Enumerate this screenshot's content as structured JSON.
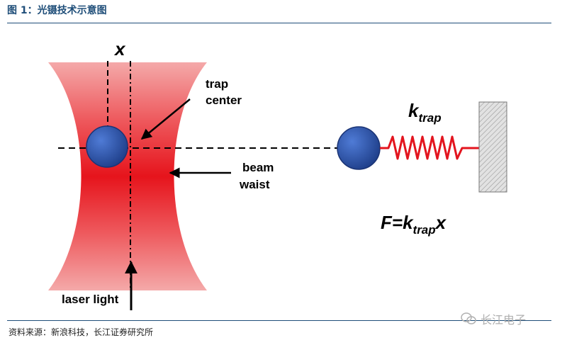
{
  "header": {
    "title": "图 1：光镊技术示意图"
  },
  "diagram": {
    "x_label": "x",
    "trap_center": [
      "trap",
      "center"
    ],
    "beam_waist": [
      "beam",
      "waist"
    ],
    "laser_light": "laser light",
    "k_main": "k",
    "k_sub": "trap",
    "eq_f": "F=k",
    "eq_sub": "trap",
    "eq_x": "x"
  },
  "footer": {
    "source": "资料来源：新浪科技，长江证券研究所",
    "watermark": "长江电子"
  },
  "colors": {
    "beam": "#e8212b",
    "ball": "#2f5db8",
    "spring": "#e3141e",
    "wall": "#d0d0d0"
  }
}
